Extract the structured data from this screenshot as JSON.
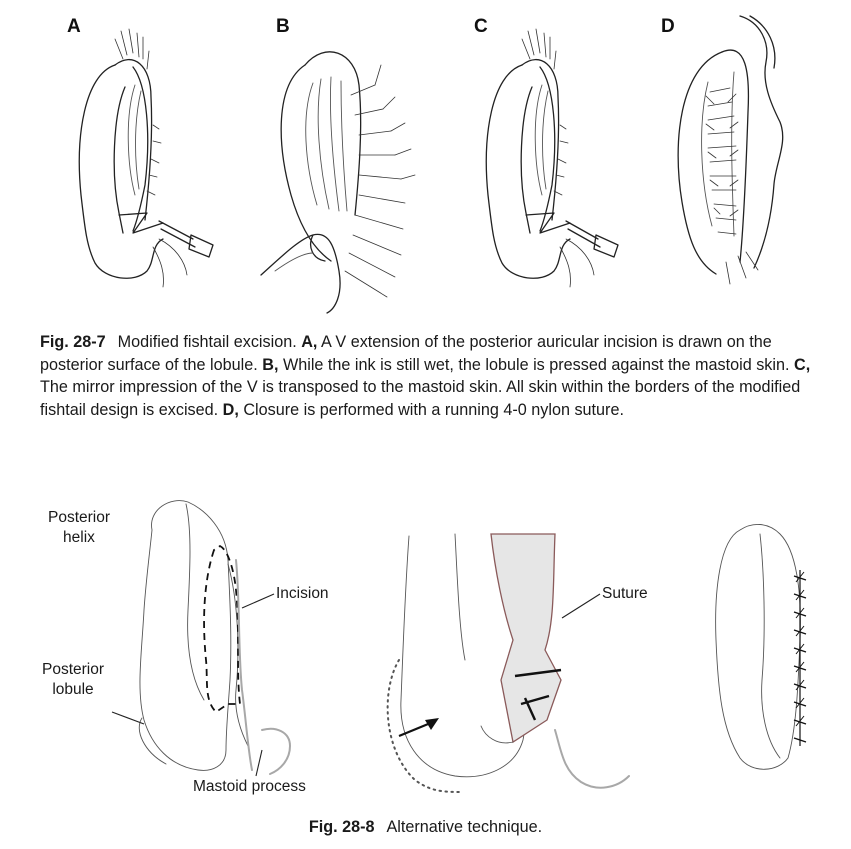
{
  "figure_1": {
    "panels": [
      {
        "letter": "A"
      },
      {
        "letter": "B"
      },
      {
        "letter": "C"
      },
      {
        "letter": "D"
      }
    ],
    "caption": {
      "label": "Fig. 28-7",
      "title_text": "Modified fishtail excision.",
      "parts": [
        {
          "marker": "A,",
          "text": "A V extension of the posterior auricular incision is drawn on the posterior surface of the lobule."
        },
        {
          "marker": "B,",
          "text": "While the ink is still wet, the lobule is pressed against the mastoid skin."
        },
        {
          "marker": "C,",
          "text": "The mirror impression of the V is transposed to the mastoid skin. All skin within the borders of the modified fishtail design is excised."
        },
        {
          "marker": "D,",
          "text": "Closure is performed with a running 4-0 nylon suture."
        }
      ]
    }
  },
  "figure_2": {
    "labels": {
      "posterior_helix": "Posterior helix",
      "incision": "Incision",
      "posterior_lobule": "Posterior lobule",
      "mastoid_process": "Mastoid process",
      "suture": "Suture"
    },
    "caption": {
      "label": "Fig. 28-8",
      "text": "Alternative technique."
    }
  }
}
